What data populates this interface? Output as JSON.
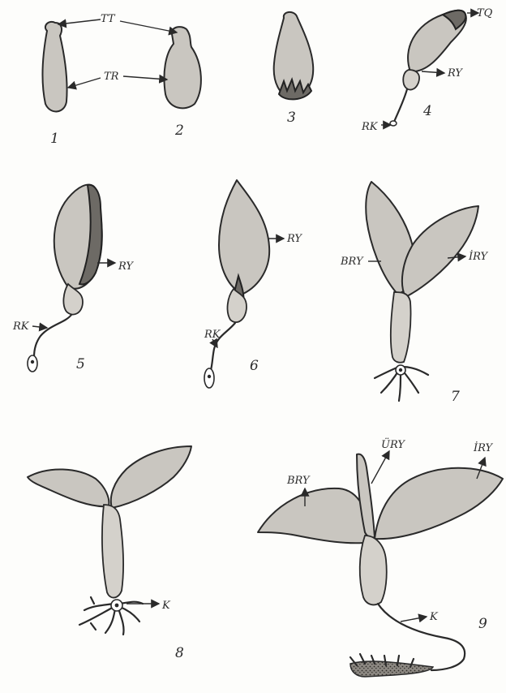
{
  "figure": {
    "stage_numbers": [
      "1",
      "2",
      "3",
      "4",
      "5",
      "6",
      "7",
      "8",
      "9"
    ],
    "labels": {
      "tt": "TT",
      "tr": "TR",
      "tq": "TQ",
      "ry": "RY",
      "rk": "RK",
      "bry": "BRY",
      "iry": "İRY",
      "ury": "ÜRY",
      "k": "K"
    }
  }
}
